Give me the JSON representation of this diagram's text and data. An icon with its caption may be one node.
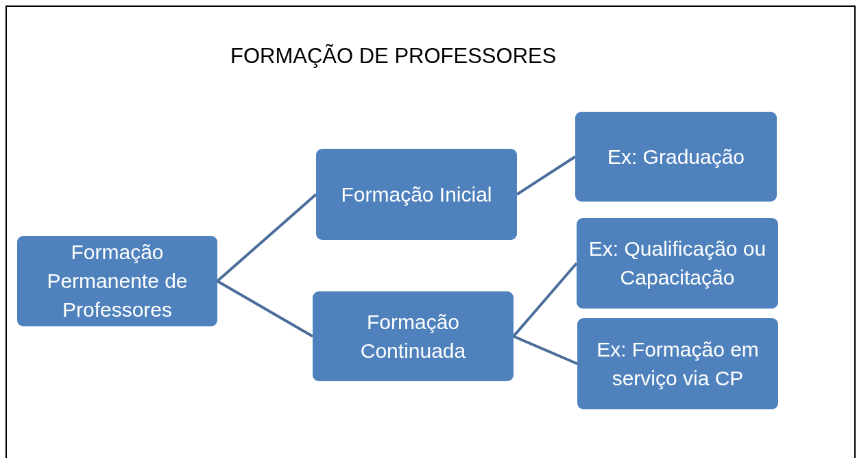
{
  "diagram": {
    "title": "FORMAÇÃO DE PROFESSORES",
    "nodes": [
      {
        "text": [
          "Formação Permanente de Professores"
        ]
      },
      {
        "text": [
          "Formação Inicial"
        ]
      },
      {
        "text": [
          "Formação Continuada"
        ]
      },
      {
        "text": [
          "Ex: Graduação"
        ]
      },
      {
        "text": [
          "Ex: Qualificação ou Capacitação"
        ]
      },
      {
        "text": [
          "Ex: Formação em serviço via CP"
        ]
      }
    ],
    "edges": [
      {
        "from": 0,
        "to": 1,
        "arrow": "none"
      },
      {
        "from": 0,
        "to": 2,
        "arrow": "none"
      },
      {
        "from": 1,
        "to": 3,
        "arrow": "none"
      },
      {
        "from": 2,
        "to": 4,
        "arrow": "none"
      },
      {
        "from": 2,
        "to": 5,
        "arrow": "none"
      }
    ]
  }
}
